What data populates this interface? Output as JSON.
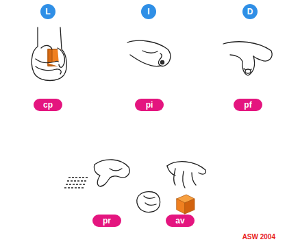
{
  "diagram": {
    "nodes": [
      {
        "text": [
          "L"
        ]
      },
      {
        "text": [
          "I"
        ]
      },
      {
        "text": [
          "D"
        ]
      },
      {
        "text": [
          "cp"
        ]
      },
      {
        "text": [
          "pi"
        ]
      },
      {
        "text": [
          "pf"
        ]
      },
      {
        "text": [
          "pr"
        ]
      },
      {
        "text": [
          "av"
        ]
      }
    ],
    "labels": [
      "ASW 2004"
    ]
  }
}
